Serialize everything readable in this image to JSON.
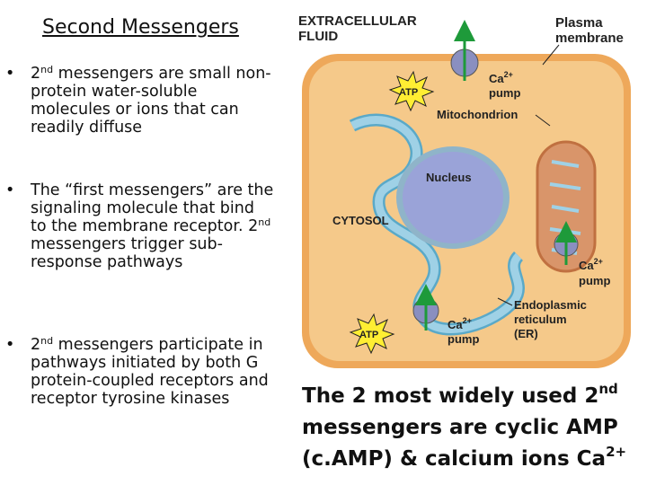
{
  "title": "Second Messengers",
  "bullets": [
    {
      "marker": "•",
      "pre": "2",
      "sup": "nd",
      "line1": " messengers are small",
      "rest": "non-protein water-soluble molecules or ions that can readily diffuse"
    },
    {
      "marker": "•",
      "text": "The “first messengers” are the signaling molecule that bind to the membrane receptor. 2",
      "sup": "nd",
      "post": " messengers trigger sub-response pathways"
    },
    {
      "marker": "•",
      "pre": "2",
      "sup": "nd",
      "line1": " messengers participate",
      "rest": "in pathways initiated by both G protein-coupled receptors and receptor tyrosine kinases"
    }
  ],
  "diagram": {
    "extracellular_1": "EXTRACELLULAR",
    "extracellular_2": "FLUID",
    "plasma_1": "Plasma",
    "plasma_2": "membrane",
    "atp": "ATP",
    "ca_pump_1": "Ca",
    "ca_sup": "2+",
    "pump": "pump",
    "mitochondrion": "Mitochondrion",
    "nucleus": "Nucleus",
    "cytosol": "CYTOSOL",
    "er_1": "Endoplasmic",
    "er_2": "reticulum",
    "er_3": "(ER)",
    "colors": {
      "cytosol": "#f5c98a",
      "membrane": "#eea85a",
      "nucleus": "#9aa3d8",
      "er": "#9fd1e6",
      "atp": "#ffee33",
      "arrow": "#1e9a3a"
    }
  },
  "caption": {
    "part1": "The 2 most widely used 2",
    "sup1": "nd",
    "part2": "messengers are cyclic AMP",
    "part3": "(c.AMP) & calcium ions Ca",
    "sup2": "2+"
  }
}
